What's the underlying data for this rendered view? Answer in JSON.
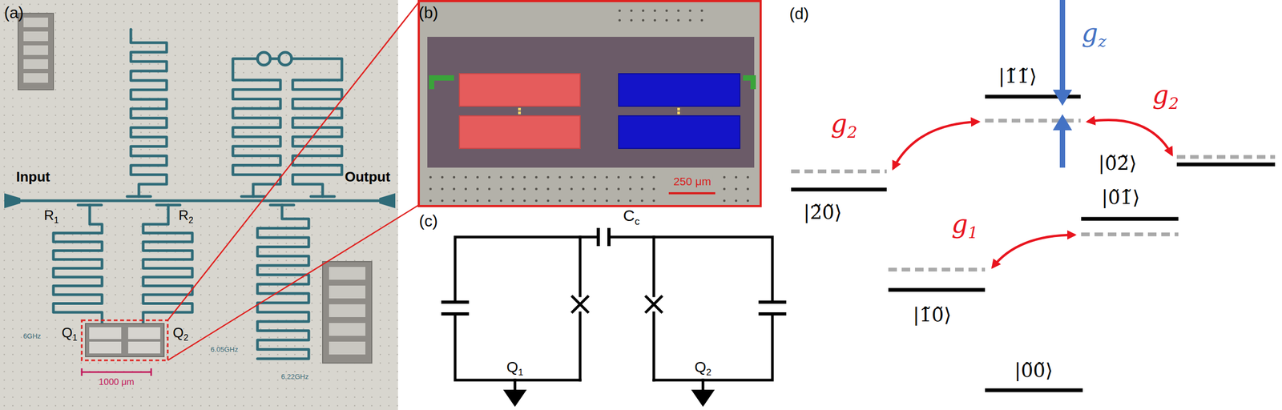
{
  "diagram": {
    "labels": [
      "(a)",
      "Input",
      "Output",
      "R1",
      "R2",
      "Q1",
      "Q2",
      "1000 μm",
      "(b)",
      "250 μm",
      "(c)",
      "Cc",
      "Q1",
      "Q2",
      "(d)",
      "gz",
      "|1̃1̃⟩",
      "g2",
      "g2",
      "|2̃0̃⟩",
      "|0̃2̃⟩",
      "|0̃1̃⟩",
      "g1",
      "|1̃0̃⟩",
      "|0̃0̃⟩",
      "6GHz",
      "6.05GHz",
      "6.22GHz"
    ]
  }
}
